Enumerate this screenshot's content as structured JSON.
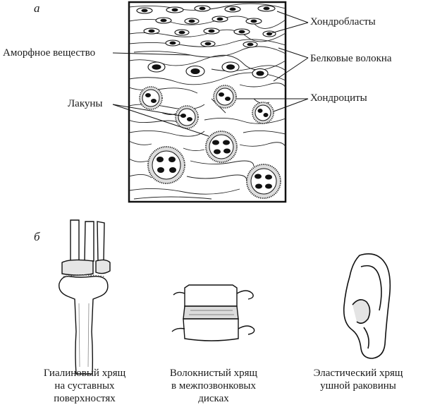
{
  "panel_a": {
    "letter": "а",
    "labels": {
      "chondroblasts": "Хондробласты",
      "amorphous": "Аморфное вещество",
      "protein_fibers": "Белковые волокна",
      "lacunae": "Лакуны",
      "chondrocytes": "Хондроциты"
    }
  },
  "panel_b": {
    "letter": "б",
    "captions": {
      "hyaline": [
        "Гиалиновый хрящ",
        "на суставных",
        "поверхностях"
      ],
      "fibrous": [
        "Волокнистый хрящ",
        "в межпозвонковых",
        "дисках"
      ],
      "elastic": [
        "Эластический хрящ",
        "ушной раковины"
      ]
    }
  }
}
